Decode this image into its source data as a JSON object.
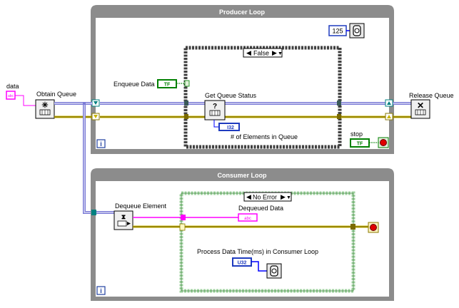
{
  "producer_loop": {
    "title": "Producer Loop",
    "iteration_terminal": "i",
    "wait_constant": "125",
    "case_selector": "False",
    "enqueue_label": "Enqueue Data",
    "enqueue_const": "TF",
    "get_status_label": "Get Queue Status",
    "status_func_glyph": "?",
    "elements_indicator": "I32",
    "elements_label": "# of Elements in Queue",
    "stop_label": "stop",
    "stop_const": "TF"
  },
  "consumer_loop": {
    "title": "Consumer Loop",
    "iteration_terminal": "i",
    "case_selector": "No Error",
    "dequeue_label": "Dequeue Element",
    "dequeued_label": "Dequeued Data",
    "dequeued_indicator": "abc",
    "process_label": "Process Data Time(ms) in Consumer Loop",
    "process_const": "U32"
  },
  "outside": {
    "data_label": "data",
    "data_const": "abc",
    "obtain_label": "Obtain Queue",
    "release_label": "Release Queue"
  },
  "colors": {
    "loop_frame": "#808080",
    "queue_wire": "#7b7bd6",
    "error_wire": "#c8b400",
    "string_wire": "#ff00ff",
    "bool_wire": "#008000",
    "int_wire": "#0000ff"
  }
}
